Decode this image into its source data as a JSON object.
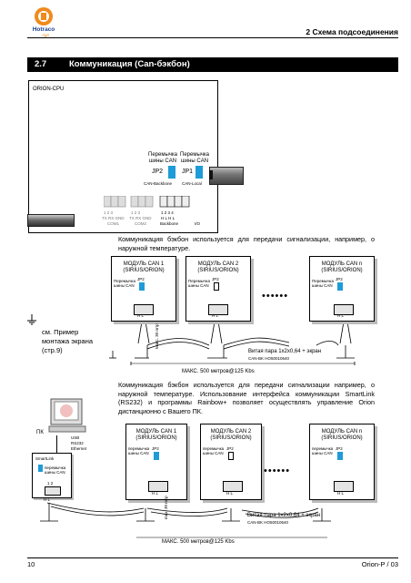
{
  "header": {
    "logo_top": "Hotraco",
    "logo_bottom": "Agri",
    "chapter": "2 Схема подсоединения"
  },
  "section": {
    "number": "2.7",
    "title": "Коммуникация (Can-бэкбон)"
  },
  "board": {
    "name": "ORION-CPU",
    "jp2_caption": "Перемычка шины CAN",
    "jp1_caption": "Перемычка шины CAN",
    "jp2": "JP2",
    "jp1": "JP1",
    "jp2_sub": "CAN-Backbone",
    "jp1_sub": "CAN-Local",
    "com1_pins": "TX  RX  GND",
    "com1_nums": "1   2   3",
    "com1": "COM1",
    "com2_pins": "TX  RX  GND",
    "com2_nums": "1   2   3",
    "com2": "COM2",
    "can_pins": "H   L   H   L",
    "can_nums": "1   2   3   4",
    "backbone": "Backbone",
    "io": "I/O"
  },
  "para1": "Коммуникация бэкбон используется для передачи сигнализации, например, о наружной температуре.",
  "side_note": "см. Пример монтажа экрана (стр.9)",
  "diagram1": {
    "modules": [
      {
        "title": "МОДУЛЬ CAN 1",
        "sub": "(SIRIUS/ORION)",
        "jumper_label": "Перемычка шины CAN",
        "jp": "JP2",
        "hl": "H  L"
      },
      {
        "title": "МОДУЛЬ CAN 2",
        "sub": "(SIRIUS/ORION)",
        "jumper_label": "Перемычка шины CAN",
        "jp": "JP2",
        "hl": "H  L"
      },
      {
        "title": "МОДУЛЬ CAN n",
        "sub": "(SIRIUS/ORION)",
        "jumper_label": "Перемычка шины CAN",
        "jp": "JP2",
        "hl": "H  L"
      }
    ],
    "dots": "••••••",
    "max_short": "Макс. 30 mтр",
    "cable": "Витая пара 1x2x0,64 + экран",
    "cable_code": "CAN-BK HO50010640",
    "max_len": "МАКС. 500 метров@125 Kbs"
  },
  "para2": "Коммуникация бэкбон используется для передачи сигнализации например, о наружной температуре. Использование интерфейса коммуникации SmartLink (RS232) и программы Rainbow+ позволяет осуществлять управление Orion дистанционно с Вашего ПК.",
  "diagram2": {
    "pc": "ПК",
    "usb": "USB",
    "rs232": "RS232",
    "ethernet": "Ethernet",
    "smartlink": "SmartLink",
    "sl_jumper": "перемычка шины CAN",
    "sl_nums": "1  2",
    "sl_hl": "H  L",
    "modules": [
      {
        "title": "МОДУЛЬ CAN 1",
        "sub": "(SIRIUS/ORION)",
        "jumper_label": "перемычка шины CAN",
        "jp": "JP2",
        "hl": "H  L"
      },
      {
        "title": "МОДУЛЬ CAN 2",
        "sub": "(SIRIUS/ORION)",
        "jumper_label": "перемычка шины CAN",
        "jp": "JP2",
        "hl": "H  L"
      },
      {
        "title": "МОДУЛЬ CAN n",
        "sub": "(SIRIUS/ORION)",
        "jumper_label": "перемычка шины CAN",
        "jp": "JP2",
        "hl": "H  L"
      }
    ],
    "dots": "••••••",
    "max_short": "max. 30 mтр",
    "cable": "Витая пара 1x2x0,64 + экран",
    "cable_code": "CAN-BK HO50010640",
    "max_len": "МАКС. 500 метров@125 Kbs"
  },
  "footer": {
    "page": "10",
    "doc": "Orion-P / 03"
  }
}
